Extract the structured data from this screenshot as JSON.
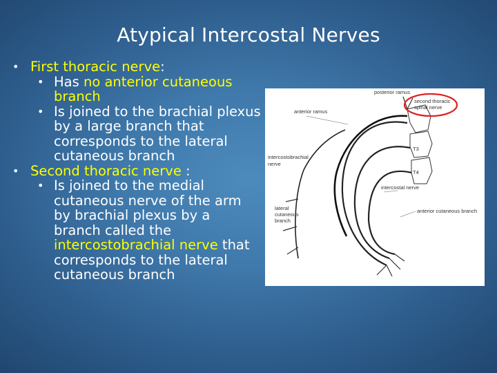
{
  "slide": {
    "title": "Atypical Intercostal Nerves",
    "bullets": [
      {
        "prefix": "",
        "highlight": "First thoracic nerve",
        "suffix": ":",
        "sub": [
          {
            "before": "Has ",
            "highlight": "no anterior cutaneous branch",
            "after": ""
          },
          {
            "before": "Is joined to the brachial plexus by a large branch that corresponds to the lateral cutaneous branch",
            "highlight": "",
            "after": ""
          }
        ]
      },
      {
        "prefix": "",
        "highlight": "Second thoracic nerve",
        "suffix": " :",
        "sub": [
          {
            "before": "Is joined to the medial cutaneous nerve of the arm by brachial plexus by a branch called the ",
            "highlight": "intercostobrachial nerve",
            "after": " that corresponds to the lateral cutaneous branch"
          }
        ]
      }
    ]
  },
  "figure": {
    "labels": {
      "posterior_ramus": "posterior ramus",
      "second_thoracic_1": "second thoracic",
      "second_thoracic_2": "spinal nerve",
      "anterior_ramus": "anterior ramus",
      "intercostobrachial_1": "intercostobrachial",
      "intercostobrachial_2": "nerve",
      "t3": "T3",
      "t4": "T4",
      "intercostal_nerve": "intercostal nerve",
      "lateral_1": "lateral",
      "lateral_2": "cutaneous",
      "lateral_3": "branch",
      "anterior_cutaneous": "anterior cutaneous branch"
    }
  },
  "colors": {
    "highlight": "#ffff00",
    "text": "#ffffff",
    "circle": "#e02020"
  }
}
